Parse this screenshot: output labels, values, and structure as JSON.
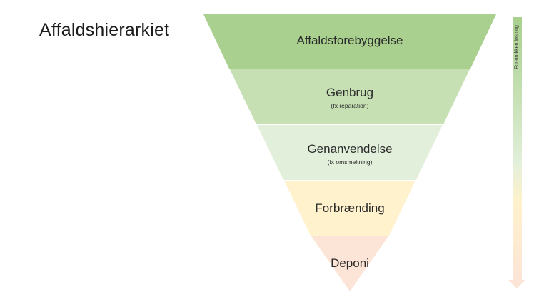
{
  "title": "Affaldshierarkiet",
  "pyramid": {
    "levels": [
      {
        "label": "Affaldsforebyggelse",
        "sub": "",
        "color": "#a9d08e"
      },
      {
        "label": "Genbrug",
        "sub": "(fx reparation)",
        "color": "#c6e0b4"
      },
      {
        "label": "Genanvendelse",
        "sub": "(fx omsmeltning)",
        "color": "#e2efda"
      },
      {
        "label": "Forbrænding",
        "sub": "",
        "color": "#fff2cc"
      },
      {
        "label": "Deponi",
        "sub": "",
        "color": "#fce4d6"
      }
    ]
  },
  "arrow": {
    "label": "Foretrukken løsning",
    "direction": "down"
  }
}
